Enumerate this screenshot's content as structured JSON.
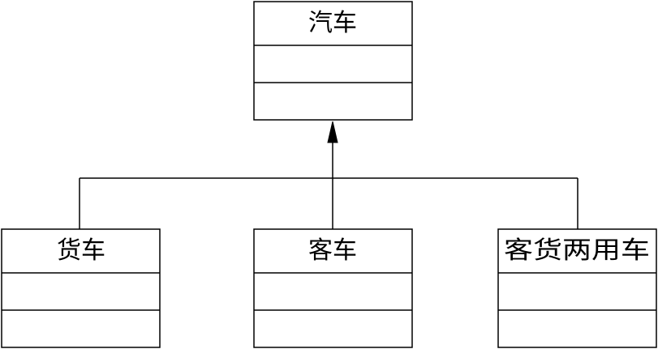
{
  "diagram": {
    "type": "uml-class-inheritance",
    "parent": {
      "name": "汽车"
    },
    "children": [
      {
        "name": "货车"
      },
      {
        "name": "客车"
      },
      {
        "name": "客货两用车"
      }
    ]
  }
}
